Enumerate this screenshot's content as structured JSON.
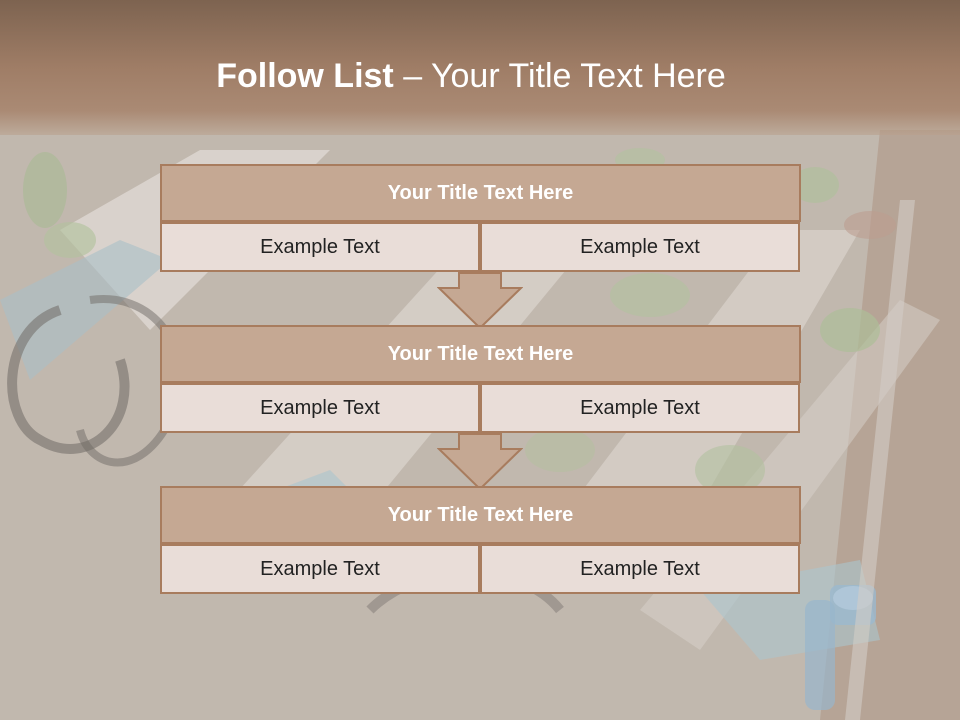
{
  "slide": {
    "title_bold": "Follow List",
    "title_rest": "  – Your Title Text Here"
  },
  "blocks": [
    {
      "title": "Your Title Text Here",
      "left": "Example Text",
      "right": "Example Text"
    },
    {
      "title": "Your Title Text Here",
      "left": "Example Text",
      "right": "Example Text"
    },
    {
      "title": "Your Title Text Here",
      "left": "Example Text",
      "right": "Example Text"
    }
  ],
  "colors": {
    "header": "#9f7d66",
    "block_title_fill": "#c5a893",
    "block_border": "#a87c5e",
    "cell_fill": "#e9ddd8",
    "arrow_fill": "#c5a893"
  }
}
